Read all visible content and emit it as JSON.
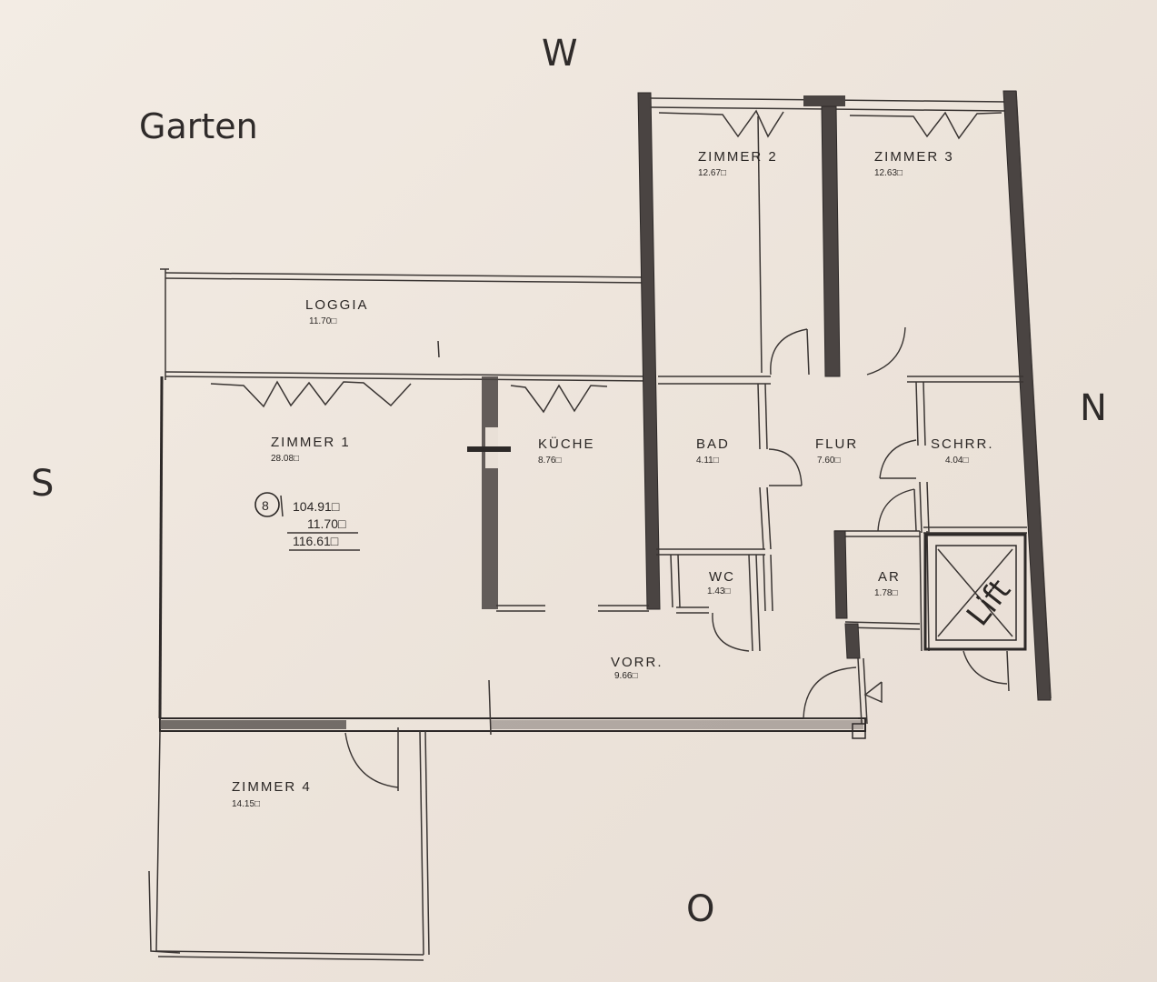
{
  "compass": {
    "north": "N",
    "south": "S",
    "east": "O",
    "west": "W"
  },
  "garden_label": "Garten",
  "apartment_number": "8",
  "totals": {
    "living_area": "104.91□",
    "loggia_area": "11.70□",
    "total_area": "116.61□"
  },
  "rooms": {
    "loggia": {
      "name": "LOGGIA",
      "area": "11.70□"
    },
    "zimmer1": {
      "name": "ZIMMER 1",
      "area": "28.08□"
    },
    "kueche": {
      "name": "KÜCHE",
      "area": "8.76□"
    },
    "zimmer2": {
      "name": "ZIMMER  2",
      "area": "12.67□"
    },
    "zimmer3": {
      "name": "ZIMMER  3",
      "area": "12.63□"
    },
    "bad": {
      "name": "BAD",
      "area": "4.11□"
    },
    "flur": {
      "name": "FLUR",
      "area": "7.60□"
    },
    "schrr": {
      "name": "SCHRR.",
      "area": "4.04□"
    },
    "wc": {
      "name": "WC",
      "area": "1.43□"
    },
    "ar": {
      "name": "AR",
      "area": "1.78□"
    },
    "vorr": {
      "name": "VORR.",
      "area": "9.66□"
    },
    "zimmer4": {
      "name": "ZIMMER  4",
      "area": "14.15□"
    }
  },
  "lift_label": "Lift",
  "colors": {
    "paper": "#efe7df",
    "ink": "#2d2928"
  }
}
